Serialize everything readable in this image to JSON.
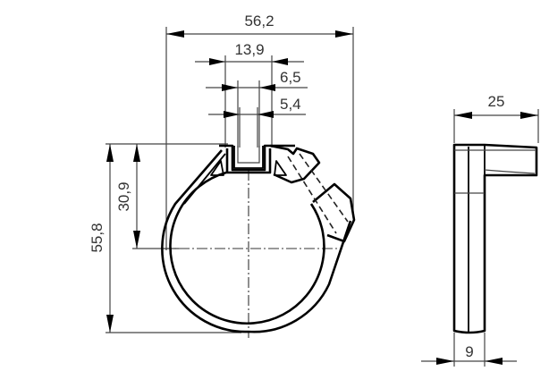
{
  "drawing": {
    "subject": "pipe clip technical drawing",
    "units": "mm",
    "line_color": "#000000",
    "dimension_text_color": "#333333",
    "background": "#ffffff"
  },
  "front_view": {
    "dimensions": {
      "overall_width": "56,2",
      "slot_outer_width": "13,9",
      "slot_mid_width": "6,5",
      "slot_inner_width": "5,4",
      "overall_height": "55,8",
      "center_height": "30,9"
    }
  },
  "side_view": {
    "dimensions": {
      "total_depth": "25",
      "base_thickness": "9"
    }
  }
}
